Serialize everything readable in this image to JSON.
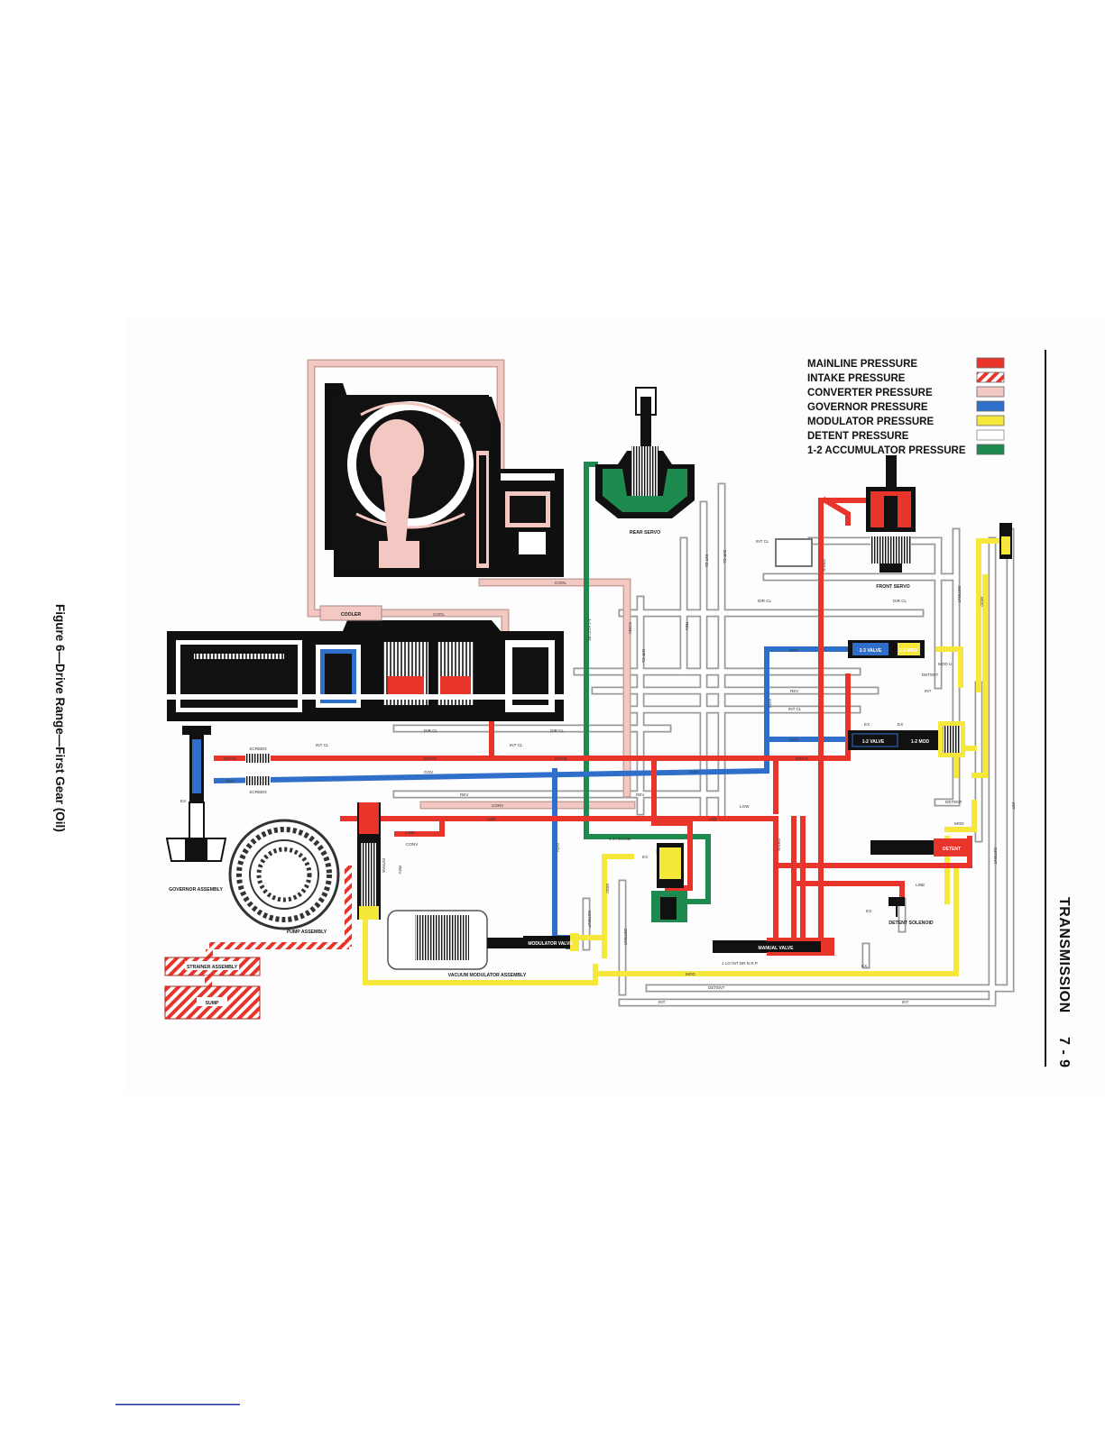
{
  "page": {
    "section_title": "TRANSMISSION",
    "page_number": "7 - 9",
    "figure_caption": "Figure 6—Drive Range—First Gear (Oil)"
  },
  "legend": [
    {
      "id": "mainline",
      "label": "MAINLINE PRESSURE",
      "color": "#e8342a",
      "pattern": "solid"
    },
    {
      "id": "intake",
      "label": "INTAKE PRESSURE",
      "color": "#e8342a",
      "pattern": "hatched"
    },
    {
      "id": "converter",
      "label": "CONVERTER PRESSURE",
      "color": "#f3c7c2",
      "pattern": "solid"
    },
    {
      "id": "governor",
      "label": "GOVERNOR PRESSURE",
      "color": "#2f6fc9",
      "pattern": "solid"
    },
    {
      "id": "modulator",
      "label": "MODULATOR PRESSURE",
      "color": "#f5e83a",
      "pattern": "solid"
    },
    {
      "id": "detent",
      "label": "DETENT PRESSURE",
      "color": "#ffffff",
      "pattern": "solid"
    },
    {
      "id": "accum12",
      "label": "1-2 ACCUMULATOR PRESSURE",
      "color": "#1f8a50",
      "pattern": "solid"
    }
  ],
  "components": {
    "rear_servo": "REAR SERVO",
    "front_servo": "FRONT SERVO",
    "cooler": "COOLER",
    "governor_assembly": "GOVERNOR ASSEMBLY",
    "pump_assembly": "PUMP ASSEMBLY",
    "strainer_assembly": "STRAINER ASSEMBLY",
    "sump": "SUMP",
    "vacuum_modulator_assembly": "VACUUM MODULATOR ASSEMBLY",
    "modulator_valve": "MODULATOR VALVE",
    "manual_valve": "MANUAL VALVE",
    "manual_positions": "1 LO INT DR N R P",
    "detent_solenoid": "DETENT SOLENOID",
    "valve_12": "1-2 VALVE",
    "valve_23": "2-3 VALVE",
    "valve_12_mod": "1-2 MOD",
    "valve_23_mod": "2-3 MOD",
    "detent_valve": "DETENT",
    "screen": "SCREEN"
  },
  "line_labels": {
    "cool": "COOL",
    "conv": "CONV",
    "int_cl": "INT CL",
    "dir_cl": "DIR CL",
    "drive": "DRIVE",
    "gov": "GOV",
    "rev": "REV",
    "line": "LINE",
    "low": "LOW",
    "int": "INT",
    "detent": "DETENT",
    "mod": "MOD",
    "accum": "1-2 ACCUM",
    "ex": "EX",
    "intake": "INTAKE",
    "mod_u": "MOD U"
  }
}
